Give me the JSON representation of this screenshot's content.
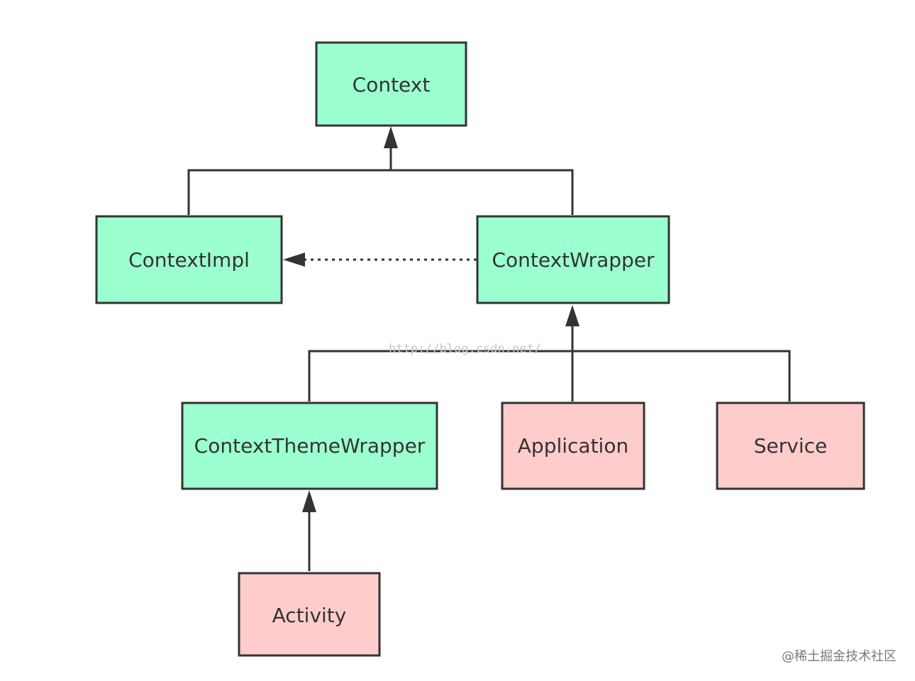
{
  "colors": {
    "abstract_fill": "#9cffd0",
    "concrete_fill": "#ffcccc",
    "stroke": "#333333",
    "text": "#333333"
  },
  "nodes": {
    "context": {
      "label": "Context",
      "kind": "abstract"
    },
    "context_impl": {
      "label": "ContextImpl",
      "kind": "abstract"
    },
    "context_wrapper": {
      "label": "ContextWrapper",
      "kind": "abstract"
    },
    "context_theme_wrapper": {
      "label": "ContextThemeWrapper",
      "kind": "abstract"
    },
    "application": {
      "label": "Application",
      "kind": "concrete"
    },
    "service": {
      "label": "Service",
      "kind": "concrete"
    },
    "activity": {
      "label": "Activity",
      "kind": "concrete"
    }
  },
  "edges": [
    {
      "from": "context_impl",
      "to": "context",
      "type": "inheritance"
    },
    {
      "from": "context_wrapper",
      "to": "context",
      "type": "inheritance"
    },
    {
      "from": "context_wrapper",
      "to": "context_impl",
      "type": "dependency-dotted"
    },
    {
      "from": "context_theme_wrapper",
      "to": "context_wrapper",
      "type": "inheritance"
    },
    {
      "from": "application",
      "to": "context_wrapper",
      "type": "inheritance"
    },
    {
      "from": "service",
      "to": "context_wrapper",
      "type": "inheritance"
    },
    {
      "from": "activity",
      "to": "context_theme_wrapper",
      "type": "inheritance"
    }
  ],
  "watermark": "http://blog.csdn.net/",
  "corner_watermark": "@稀土掘金技术社区"
}
